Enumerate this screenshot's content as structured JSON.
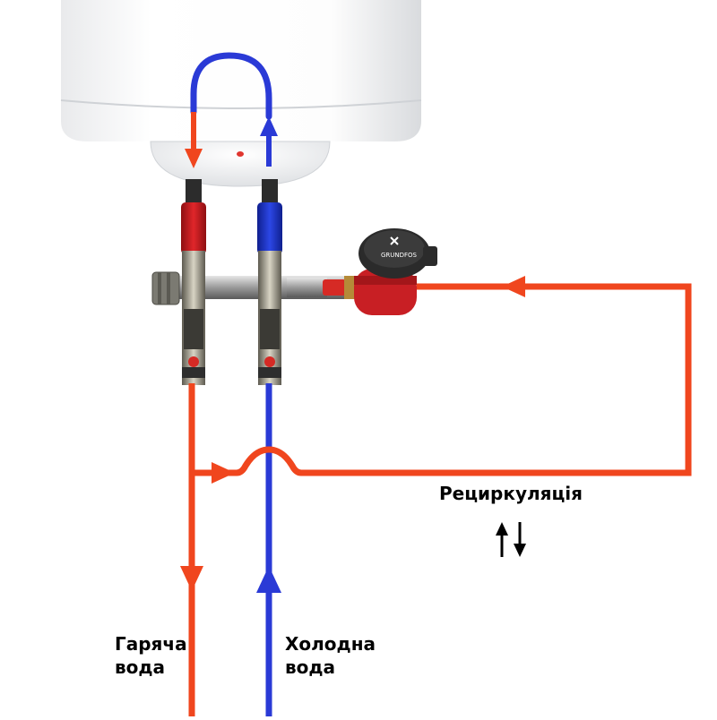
{
  "labels": {
    "hot_water_line1": "Гаряча",
    "hot_water_line2": "вода",
    "cold_water_line1": "Холодна",
    "cold_water_line2": "вода",
    "recirculation": "Рециркуляція",
    "pump_brand": "GRUNDFOS"
  },
  "colors": {
    "hot": "#f0461e",
    "cold": "#2a3ad6",
    "arrow_black": "#000000"
  },
  "icons": [
    "water-heater-tank-icon",
    "pump-icon",
    "valve-icon",
    "bidirectional-arrows-icon"
  ]
}
